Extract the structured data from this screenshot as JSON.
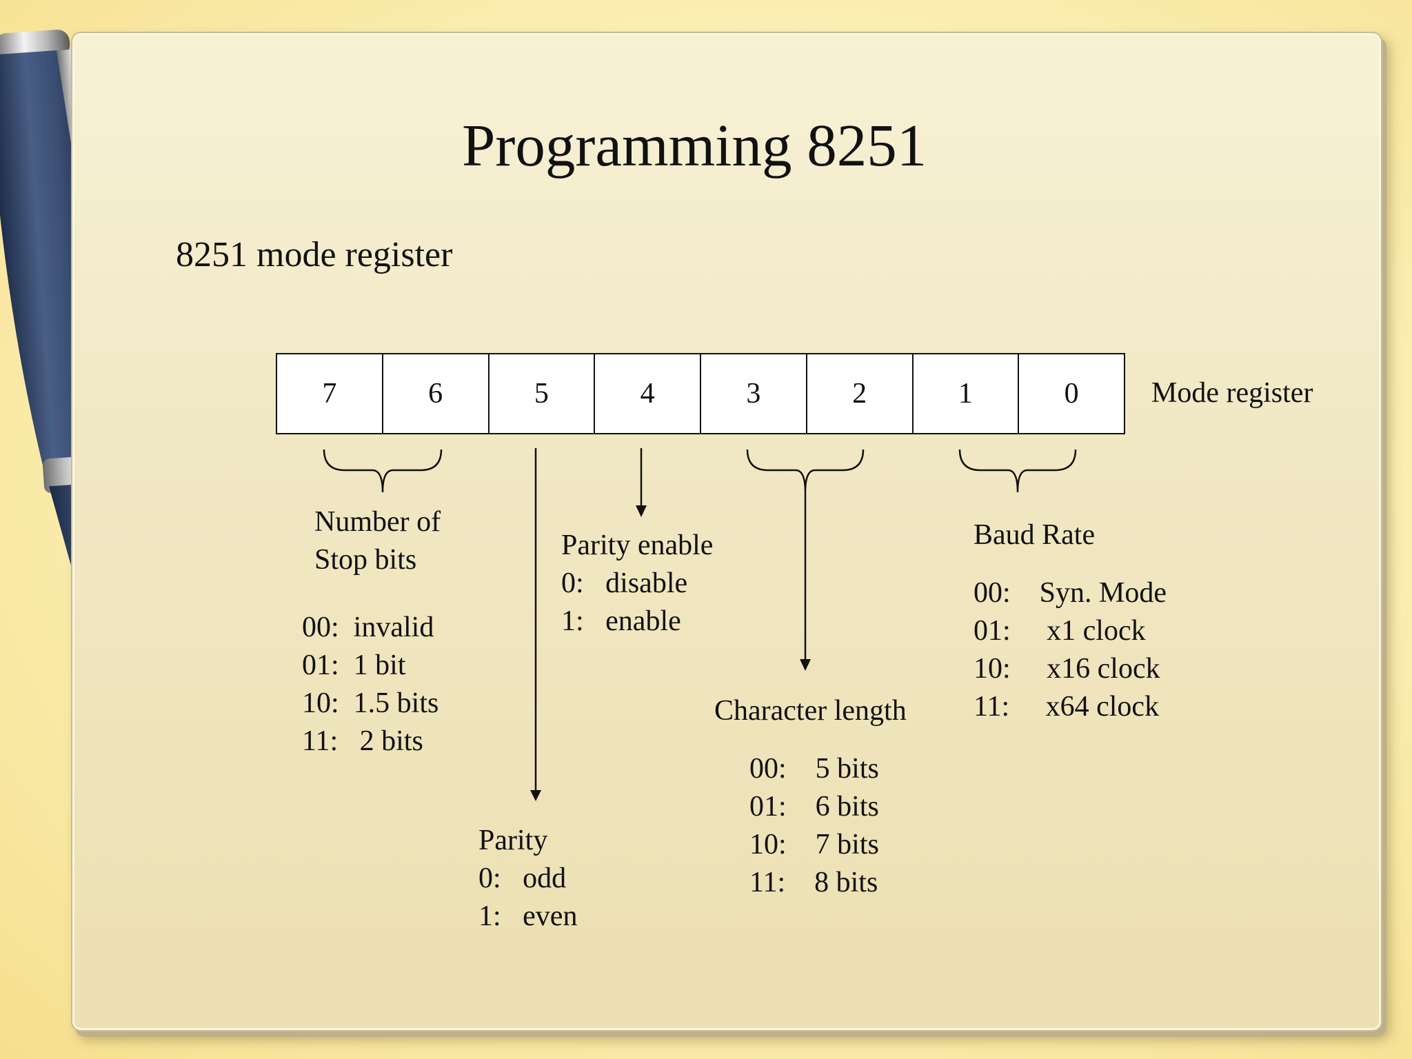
{
  "title": "Programming 8251",
  "subtitle": "8251 mode register",
  "register": {
    "bits": [
      "7",
      "6",
      "5",
      "4",
      "3",
      "2",
      "1",
      "0"
    ],
    "label": "Mode register"
  },
  "fields": {
    "stop_bits": {
      "heading_line1": "Number of",
      "heading_line2": "Stop bits",
      "options": [
        "00:  invalid",
        "01:  1 bit",
        "10:  1.5 bits",
        "11:   2 bits"
      ]
    },
    "parity": {
      "heading": "Parity",
      "options": [
        "0:   odd",
        "1:   even"
      ]
    },
    "parity_enable": {
      "heading": "Parity enable",
      "options": [
        "0:   disable",
        "1:   enable"
      ]
    },
    "char_length": {
      "heading": "Character length",
      "options": [
        "00:    5 bits",
        "01:    6 bits",
        "10:    7 bits",
        "11:    8 bits"
      ]
    },
    "baud_rate": {
      "heading": "Baud Rate",
      "options": [
        "00:    Syn. Mode",
        "01:     x1 clock",
        "10:     x16 clock",
        "11:     x64 clock"
      ]
    }
  }
}
